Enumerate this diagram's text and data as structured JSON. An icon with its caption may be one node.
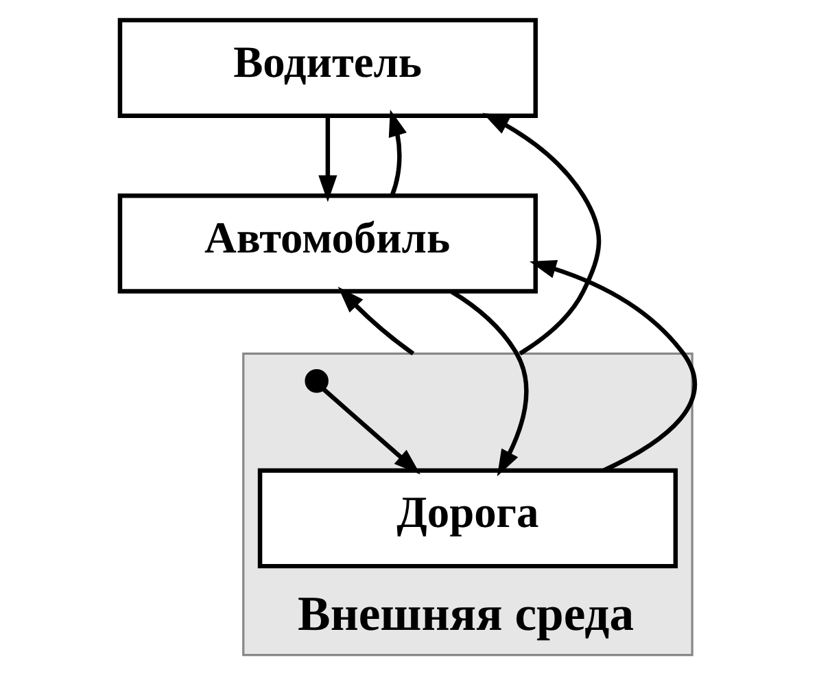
{
  "diagram": {
    "nodes": [
      {
        "text": [
          "Водитель"
        ]
      },
      {
        "text": [
          "Автомобиль"
        ]
      },
      {
        "text": [
          "Дорога"
        ],
        "in": 3
      },
      {
        "text": [
          "Внешняя среда"
        ]
      }
    ],
    "edges": [
      {
        "from": 0,
        "to": 1,
        "arrow": "to"
      },
      {
        "from": 1,
        "to": 0,
        "arrow": "to"
      },
      {
        "from": 2,
        "to": 1,
        "arrow": "to"
      },
      {
        "from": 3,
        "to": 1,
        "arrow": "to"
      },
      {
        "from": 1,
        "to": 2,
        "arrow": "to"
      },
      {
        "from": 3,
        "to": 0,
        "arrow": "to"
      },
      {
        "from": null,
        "to": 2,
        "arrow": "to"
      }
    ]
  }
}
